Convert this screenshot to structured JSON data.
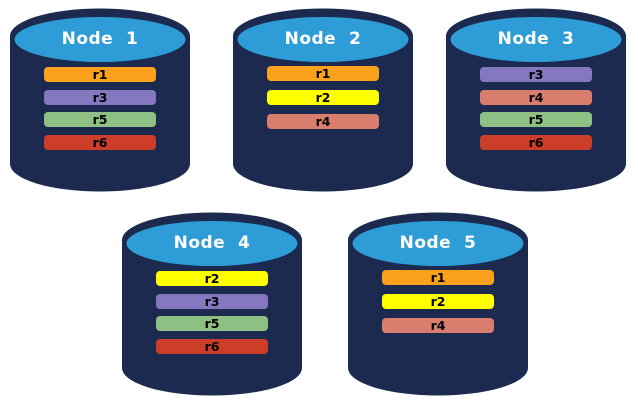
{
  "palette": {
    "background": "#FFFFFF",
    "cylinder_body": "#1B2A4E",
    "cylinder_top": "#2E9CD6",
    "title_text": "#FFFFFF",
    "bar_text": "#000000"
  },
  "replica_colors": {
    "r1": "#FAA21B",
    "r2": "#FFFF00",
    "r3": "#8678C0",
    "r4": "#D97E6F",
    "r5": "#8EC083",
    "r6": "#CC3E27"
  },
  "nodes": [
    {
      "id": "node-1",
      "title": "Node  1",
      "replicas": [
        "r1",
        "r3",
        "r5",
        "r6"
      ]
    },
    {
      "id": "node-2",
      "title": "Node  2",
      "replicas": [
        "r1",
        "r2",
        "r4"
      ]
    },
    {
      "id": "node-3",
      "title": "Node  3",
      "replicas": [
        "r3",
        "r4",
        "r5",
        "r6"
      ]
    },
    {
      "id": "node-4",
      "title": "Node  4",
      "replicas": [
        "r2",
        "r3",
        "r5",
        "r6"
      ]
    },
    {
      "id": "node-5",
      "title": "Node  5",
      "replicas": [
        "r1",
        "r2",
        "r4"
      ]
    }
  ]
}
